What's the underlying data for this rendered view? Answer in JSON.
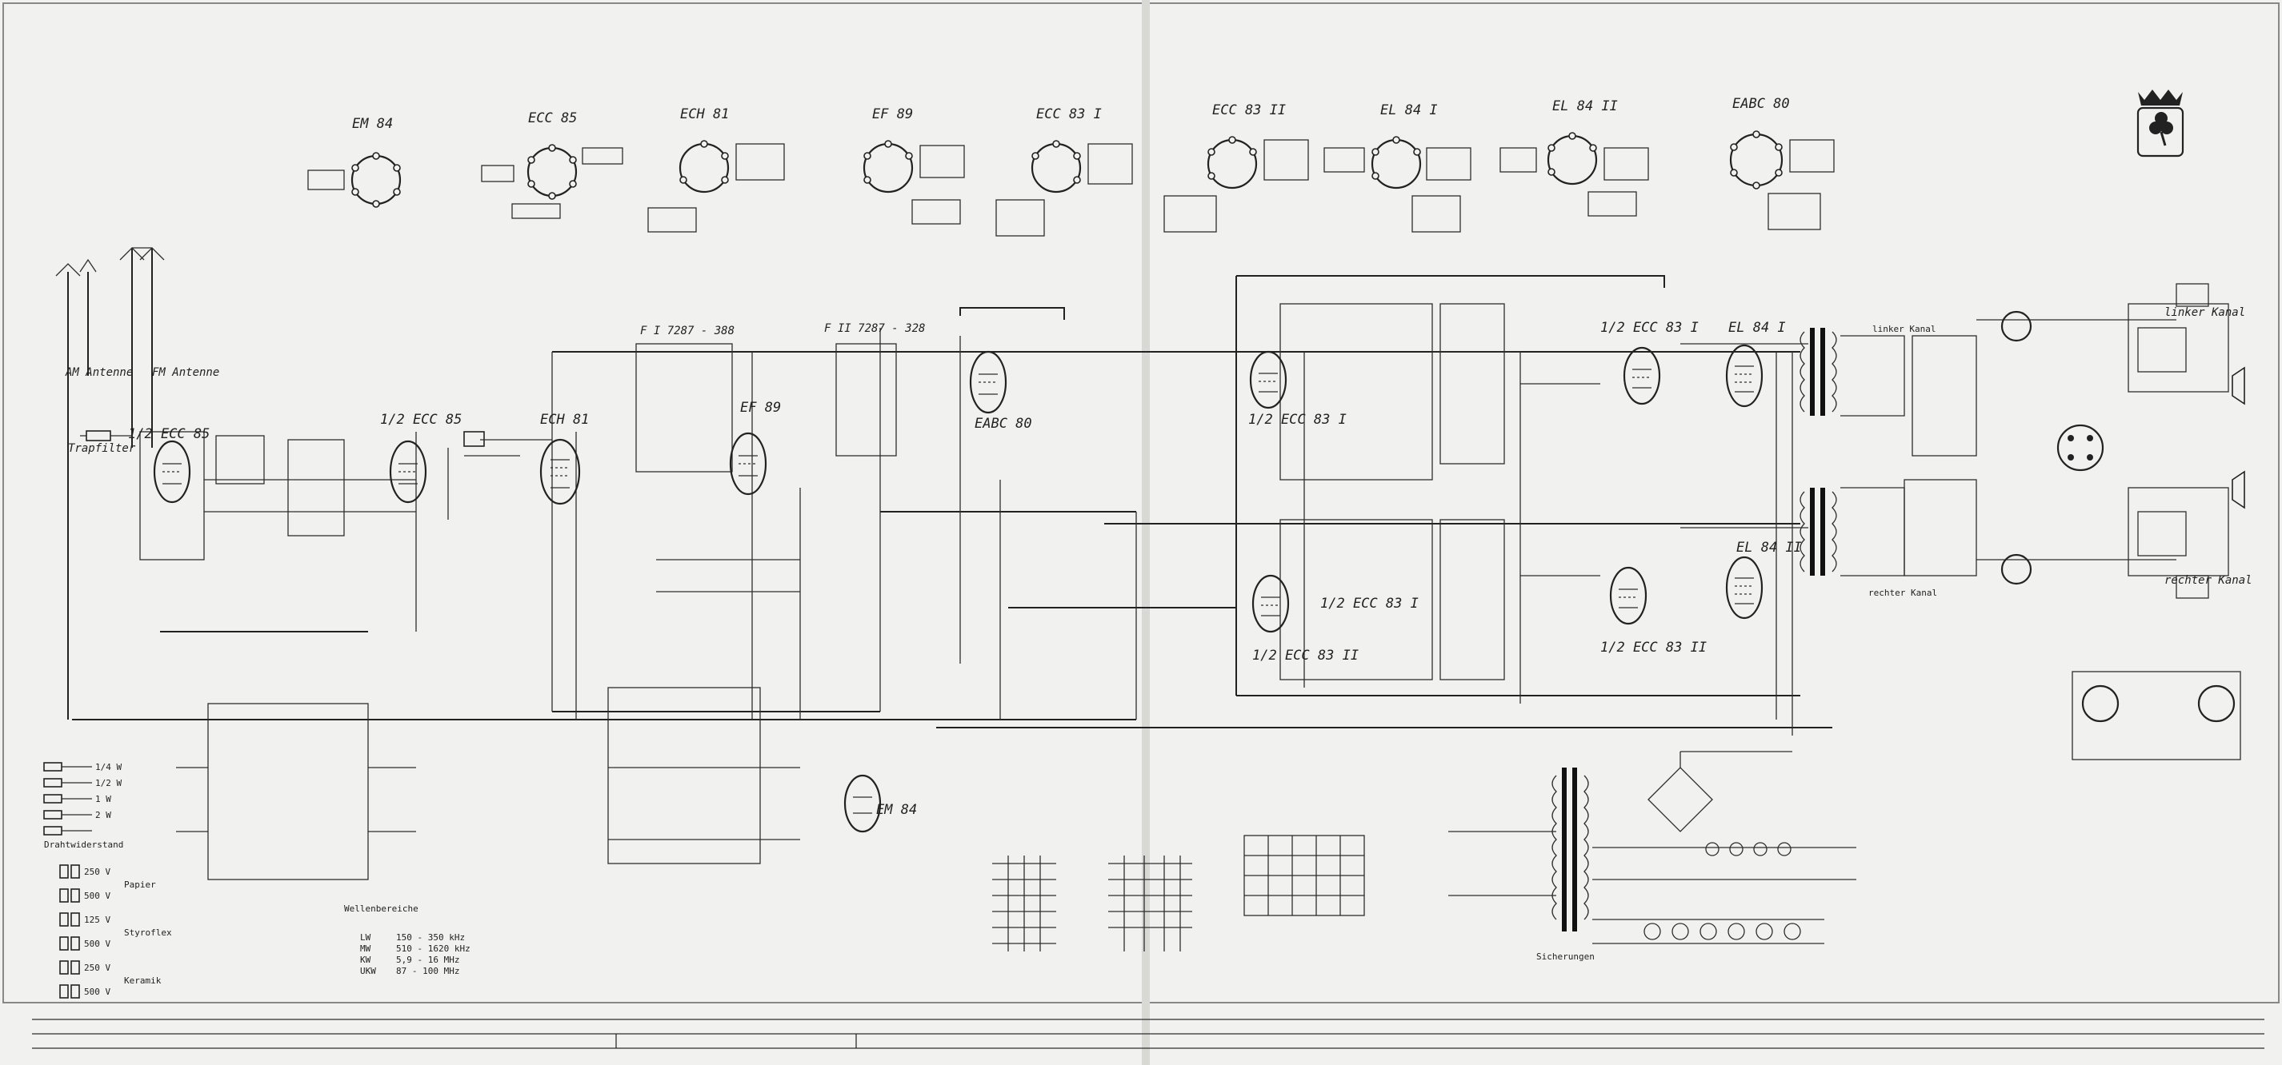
{
  "socket_diagrams": [
    {
      "name": "EM 84"
    },
    {
      "name": "ECC 85"
    },
    {
      "name": "ECH 81"
    },
    {
      "name": "EF 89"
    },
    {
      "name": "ECC 83 I"
    },
    {
      "name": "ECC 83 II"
    },
    {
      "name": "EL 84 I"
    },
    {
      "name": "EL 84 II"
    },
    {
      "name": "EABC 80"
    }
  ],
  "tube_labels": {
    "ecc85": "1/2 ECC 85",
    "ecc85b": "1/2 ECC 85",
    "ech81": "ECH 81",
    "ef89": "EF 89",
    "eabc80": "EABC 80",
    "ecc83a": "1/2 ECC 83 I",
    "ecc83b": "1/2 ECC 83 II",
    "ecc83c": "1/2 ECC 83 I",
    "ecc83d": "1/2 ECC 83 II",
    "ecc83e": "1/2 ECC 83 I",
    "el84a": "EL 84 I",
    "el84b": "EL 84 II",
    "em84": "EM 84"
  },
  "labels": {
    "am_antenna": "AM Antenne",
    "fm_antenna": "FM Antenne",
    "trap_filter": "Trapfilter",
    "filter1": "F I 7287 - 388",
    "filter2": "F II 7287 - 328",
    "speaker_left": "linker Kanal",
    "speaker_right": "rechter Kanal",
    "out_left": "linker Kanal",
    "out_right": "rechter Kanal",
    "wellenbereiche": "Wellenbereiche",
    "drahtwiderstand": "Drahtwiderstand",
    "papier": "Papier",
    "styroflex": "Styroflex",
    "keramik": "Keramik",
    "sicherungen": "Sicherungen"
  },
  "legend_resistors": [
    "1/4 W",
    "1/2 W",
    "1 W",
    "2 W"
  ],
  "legend_caps": [
    "250 V",
    "500 V",
    "125 V",
    "500 V",
    "250 V",
    "500 V"
  ],
  "wave_ranges": [
    {
      "band": "LW",
      "range": "150 - 350 kHz"
    },
    {
      "band": "MW",
      "range": "510 - 1620 kHz"
    },
    {
      "band": "KW",
      "range": "5,9 - 16 MHz"
    },
    {
      "band": "UKW",
      "range": "87 - 100 MHz"
    }
  ],
  "colors": {
    "paper": "#f1f1ef",
    "ink": "#222222"
  }
}
